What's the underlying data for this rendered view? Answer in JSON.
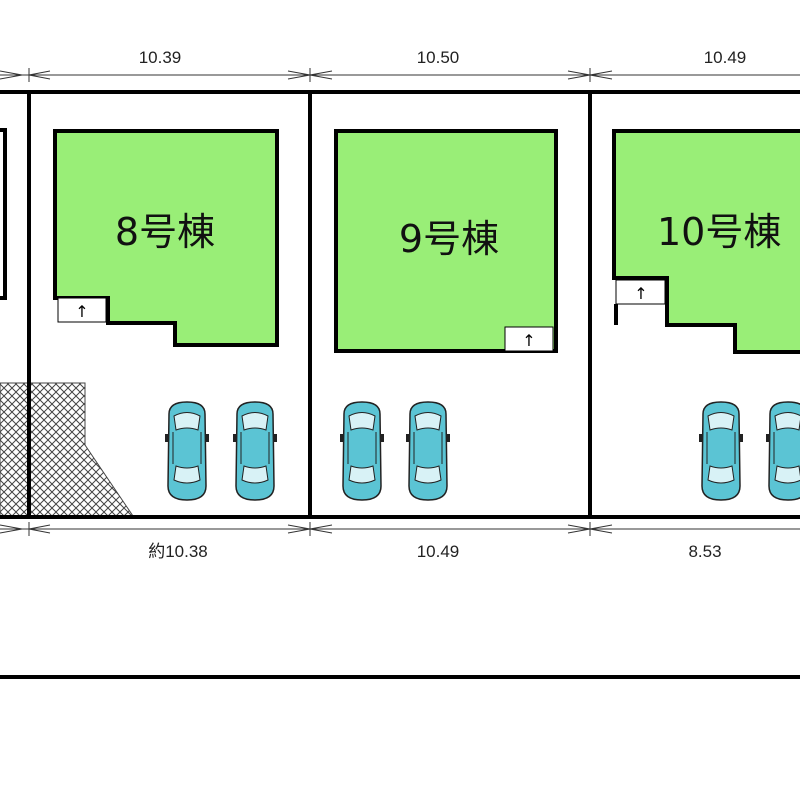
{
  "top_dimensions": [
    "10.39",
    "10.50",
    "10.49"
  ],
  "bottom_dimensions": [
    "約10.38",
    "10.49",
    "8.53"
  ],
  "buildings": [
    "8号棟",
    "9号棟",
    "10号棟"
  ],
  "entrance_arrow": "↑",
  "colors": {
    "building_fill": "#99ee77",
    "car_body": "#5bc4d4",
    "lot_line": "#000000",
    "hatch": "#444444"
  }
}
